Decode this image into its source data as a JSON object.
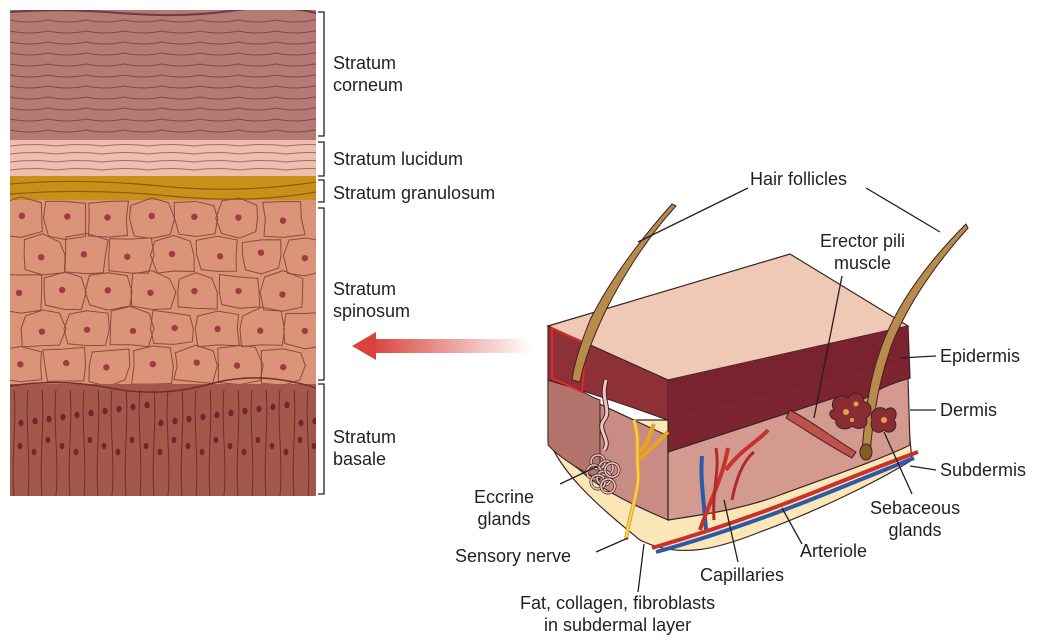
{
  "colors": {
    "corneum": "#b57a76",
    "lucidum": "#eebfae",
    "granulosum": "#c89018",
    "spinosum": "#dc9478",
    "basale": "#a4584c",
    "nucleus": "#a23a44",
    "epidermis_edge": "#7c2430",
    "block_top": "#f0c8b6",
    "dermis_front": "#c88c84",
    "subdermis": "#fbe6b8",
    "arrow": "#d8443c",
    "nerve": "#f0b420",
    "artery": "#c8322c",
    "vein": "#2c5aa8",
    "hair": "#b88a4c",
    "outline": "#3a2420"
  },
  "layers": {
    "corneum": "Stratum\ncorneum",
    "lucidum": "Stratum lucidum",
    "granulosum": "Stratum granulosum",
    "spinosum": "Stratum\nspinosum",
    "basale": "Stratum\nbasale"
  },
  "labels": {
    "hair_follicles": "Hair follicles",
    "erector_pili": "Erector pili\nmuscle",
    "epidermis": "Epidermis",
    "dermis": "Dermis",
    "subdermis": "Subdermis",
    "sebaceous": "Sebaceous\nglands",
    "eccrine": "Eccrine\nglands",
    "sensory_nerve": "Sensory nerve",
    "fat": "Fat, collagen, fibroblasts\nin subdermal layer",
    "capillaries": "Capillaries",
    "arteriole": "Arteriole"
  }
}
